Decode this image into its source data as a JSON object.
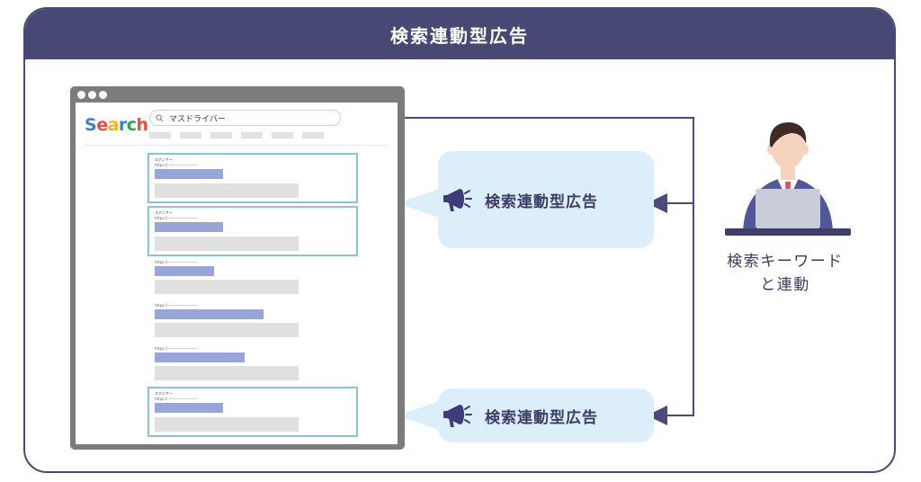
{
  "title": "検索連動型広告",
  "browser": {
    "logo_letters": [
      {
        "ch": "S",
        "color": "#3f7fcf"
      },
      {
        "ch": "e",
        "color": "#e84c3d"
      },
      {
        "ch": "a",
        "color": "#f2b31e"
      },
      {
        "ch": "r",
        "color": "#3f7fcf"
      },
      {
        "ch": "c",
        "color": "#2fa350"
      },
      {
        "ch": "h",
        "color": "#e84c3d"
      }
    ],
    "search_query": "マスドライバー",
    "sponsor_label": "スポンサー",
    "url_text": "https:// ————————"
  },
  "callouts": [
    {
      "label": "検索連動型広告"
    },
    {
      "label": "検索連動型広告"
    }
  ],
  "person": {
    "caption_line1": "検索キーワード",
    "caption_line2": "と連動"
  },
  "colors": {
    "navy": "#484874",
    "ad_border": "#8cc3d3",
    "title_bar": "#97a6d7",
    "bubble": "#ddeefb",
    "skin": "#f6d3bf",
    "hair": "#3f2b23",
    "tie": "#e0525a"
  }
}
